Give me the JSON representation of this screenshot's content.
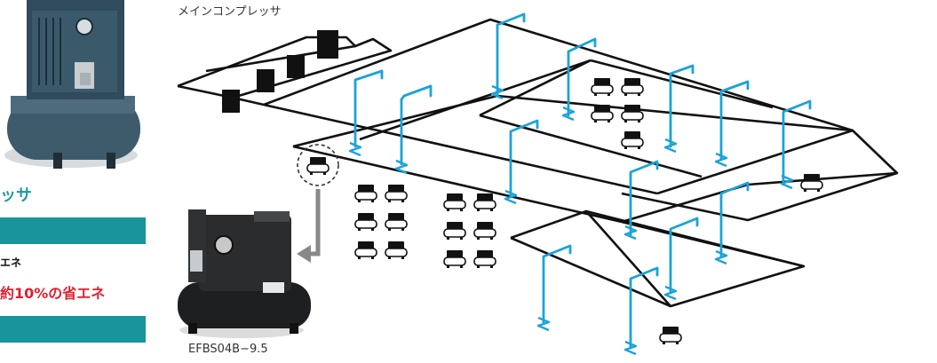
{
  "labels": {
    "main_compressor": "メインコンプレッサ",
    "model": "EFBS04B−9.5",
    "heading_fragment": "ッサ",
    "note_small": "エネ",
    "note_big": "約10%の省エネ"
  },
  "colors": {
    "pipe": "#1aa3d9",
    "outline": "#111111",
    "accent_teal": "#18949d",
    "heading_teal": "#1f99a8",
    "emphasis_red": "#e0202f",
    "arrow_gray": "#888888"
  },
  "icons": {
    "main_compressor": "compressor-block-icon",
    "small_compressor": "small-compressor-icon",
    "valve": "valve-icon",
    "arrow": "arrow-down-left-icon"
  }
}
